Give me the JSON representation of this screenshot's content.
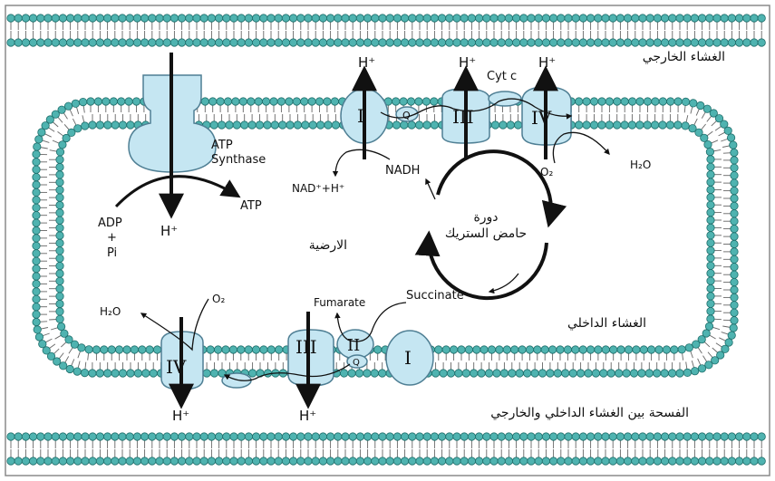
{
  "labels": {
    "outer_membrane": "الغشاء الخارجي",
    "inner_membrane": "الغشاء الداخلي",
    "intermembrane_space": "الفسحة بين الغشاء الداخلي والخارجي",
    "matrix": "الارضية",
    "krebs_line1": "دورة",
    "krebs_line2": "حامض الستريك",
    "atp_synthase_line1": "ATP",
    "atp_synthase_line2": "Synthase",
    "atp": "ATP",
    "adp": "ADP",
    "plus": "+",
    "pi": "Pi",
    "nadh": "NADH",
    "nad": "NAD⁺+H⁺",
    "succinate": "Succinate",
    "fumarate": "Fumarate",
    "cyt_c": "Cyt c",
    "h2o": "H₂O",
    "o2": "O₂",
    "h_plus": "H⁺",
    "q": "Q"
  },
  "complexes": {
    "top": [
      "I",
      "III",
      "IV"
    ],
    "bottom": [
      "IV",
      "III",
      "II",
      "I"
    ]
  },
  "colors": {
    "membrane_head": "#4fb3b0",
    "membrane_head_stroke": "#1f6e6b",
    "protein_fill": "#c5e6f2",
    "protein_stroke": "#4f7f94",
    "ink": "#111111"
  }
}
